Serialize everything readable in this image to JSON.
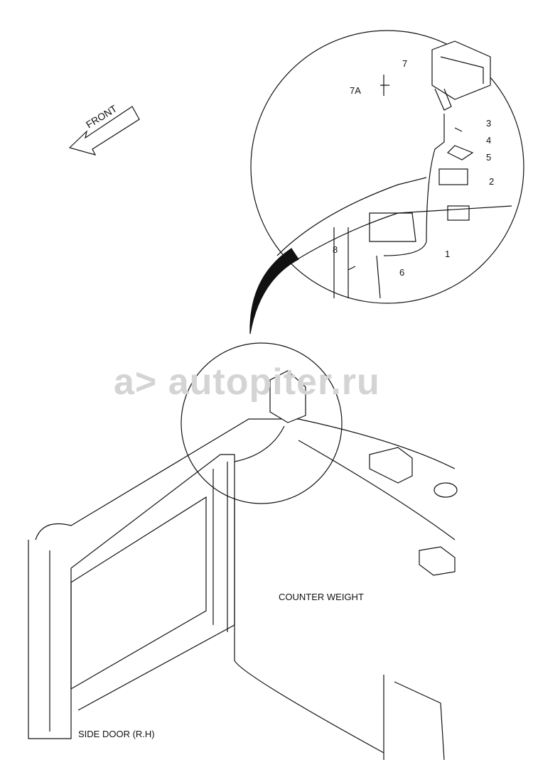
{
  "diagram": {
    "direction_label": "FRONT",
    "callouts": [
      "1",
      "2",
      "3",
      "4",
      "5",
      "6",
      "7",
      "7A",
      "8"
    ],
    "labels": {
      "counter_weight": "COUNTER WEIGHT",
      "side_door": "SIDE DOOR (R.H)"
    },
    "watermark": "a> autopiter.ru"
  }
}
